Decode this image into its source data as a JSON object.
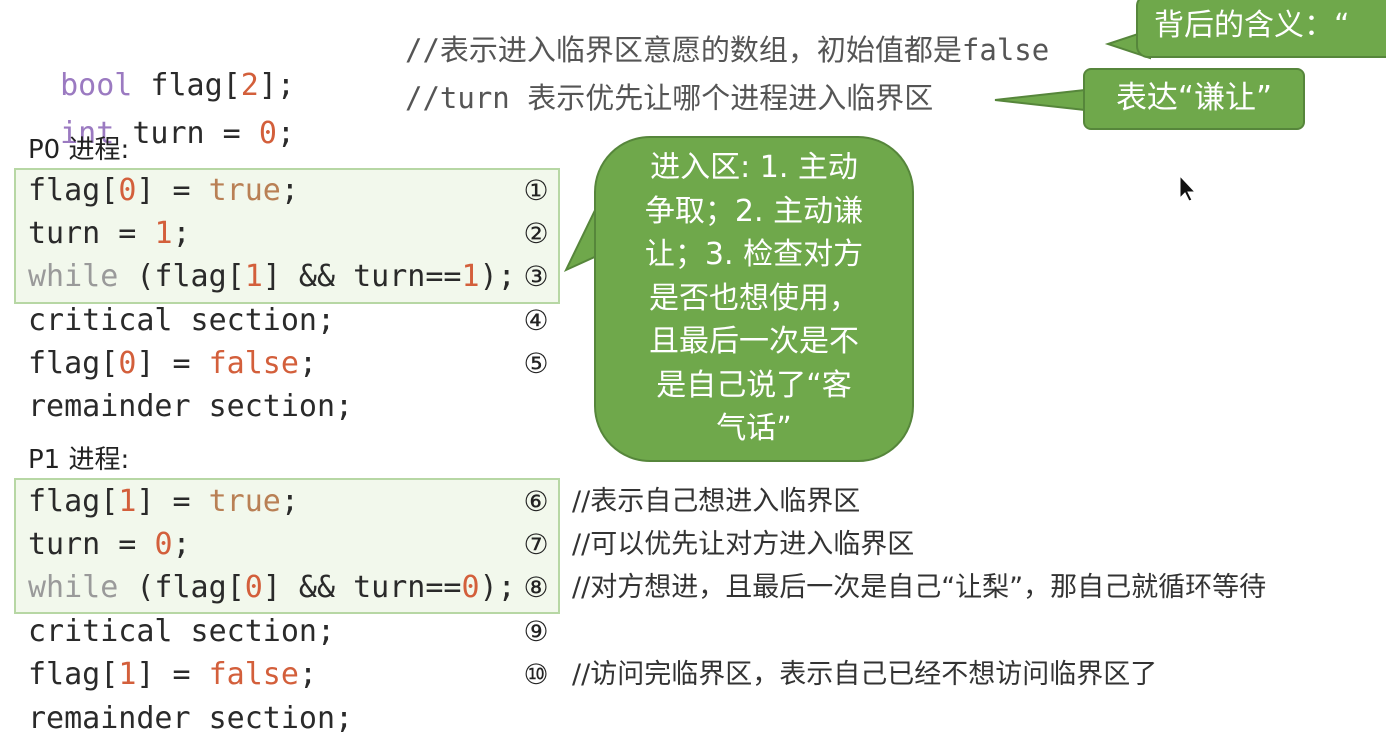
{
  "top": {
    "line1": {
      "kw": "bool",
      "rest": " flag[",
      "num": "2",
      "end": "];",
      "comment": "//表示进入临界区意愿的数组，初始值都是false"
    },
    "line2": {
      "kw": "int",
      "rest": " turn = ",
      "num": "0",
      "end": ";",
      "comment": "//turn 表示优先让哪个进程进入临界区"
    }
  },
  "callouts": {
    "top_right": "背后的含义：",
    "top_right_clip": "“",
    "humility": "表达“谦让”",
    "center": "进入区: 1. 主动\n争取；2. 主动谦\n让；3. 检查对方\n是否也想使用，\n且最后一次是不\n是自己说了“客\n气话”"
  },
  "p0": {
    "label": "P0 进程:",
    "lines": [
      {
        "a": "flag[",
        "n": "0",
        "b": "] = ",
        "k": "true",
        "c": ";",
        "num": "①"
      },
      {
        "a": "turn = ",
        "n": "1",
        "b": "",
        "k": "",
        "c": ";",
        "num": "②"
      },
      {
        "w": "while",
        "a": " (flag[",
        "n": "1",
        "b": "] && turn==",
        "n2": "1",
        "c": ");",
        "num": "③"
      },
      {
        "a": "critical section;",
        "num": "④"
      },
      {
        "a": "flag[",
        "n": "0",
        "b": "] = ",
        "k": "false",
        "c": ";",
        "num": "⑤"
      },
      {
        "a": "remainder section;"
      }
    ]
  },
  "p1": {
    "label": "P1 进程:",
    "lines": [
      {
        "a": "flag[",
        "n": "1",
        "b": "] = ",
        "k": "true",
        "c": ";",
        "num": "⑥",
        "comment": "//表示自己想进入临界区"
      },
      {
        "a": "turn = ",
        "n": "0",
        "c": ";",
        "num": "⑦",
        "comment": "//可以优先让对方进入临界区"
      },
      {
        "w": "while",
        "a": " (flag[",
        "n": "0",
        "b": "] && turn==",
        "n2": "0",
        "c": ");",
        "num": "⑧",
        "comment": "//对方想进，且最后一次是自己“让梨”，那自己就循环等待"
      },
      {
        "a": "critical section;",
        "num": "⑨"
      },
      {
        "a": "flag[",
        "n": "1",
        "b": "] = ",
        "k": "false",
        "c": ";",
        "num": "⑩",
        "comment": "//访问完临界区，表示自己已经不想访问临界区了"
      },
      {
        "a": "remainder section;"
      }
    ]
  },
  "colors": {
    "bubble": "#6fa84b",
    "bubble_border": "#56863b",
    "highlight": "#f2f8ec",
    "number": "#d35f3b",
    "keyword": "#b98055",
    "type": "#9b7ac1"
  }
}
